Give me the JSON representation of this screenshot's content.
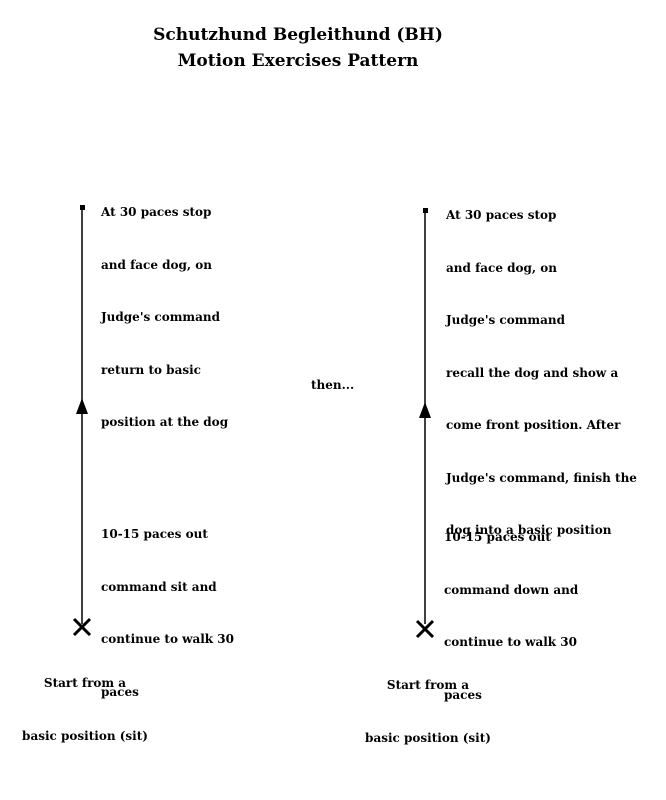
{
  "title": {
    "line1": "Schutzhund Begleithund (BH)",
    "line2": "Motion Exercises Pattern"
  },
  "connector_text": "then...",
  "patterns": [
    {
      "top_note": [
        "At 30 paces stop",
        "and face dog, on",
        "Judge's command",
        "return to basic",
        "position at the dog"
      ],
      "middle_note": [
        "10-15 paces out",
        "command sit and",
        "continue to walk 30",
        "paces"
      ],
      "start_note": [
        "Start from a",
        "basic position (sit)"
      ]
    },
    {
      "top_note": [
        "At 30 paces stop",
        "and face dog, on",
        "Judge's command",
        "recall the dog and show a",
        "come front position. After",
        "Judge's command, finish the",
        "dog into a basic position"
      ],
      "middle_note": [
        "10-15 paces out",
        "command down and",
        "continue to walk 30",
        "paces"
      ],
      "start_note": [
        "Start from a",
        "basic position (sit)"
      ]
    }
  ]
}
